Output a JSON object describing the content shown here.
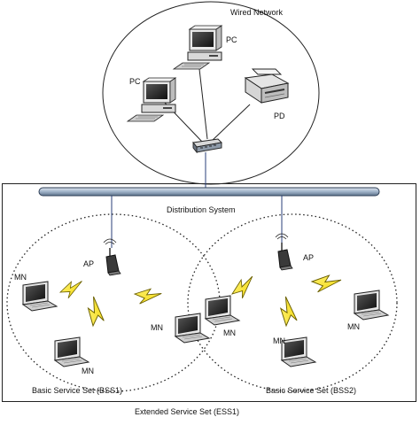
{
  "diagram": {
    "labels": {
      "wired_network": "Wired Network",
      "distribution_system": "Distribution System",
      "bss1": "Basic Service Set (BSS1)",
      "bss2": "Basic Service Set (BSS2)",
      "ess": "Extended Service Set (ESS1)"
    },
    "nodes": {
      "pc_top": "PC",
      "pc_left": "PC",
      "printer": "PD",
      "ap1": "AP",
      "ap2": "AP",
      "mn1": "MN",
      "mn2": "MN",
      "mn3": "MN",
      "mn4": "MN",
      "mn5": "MN",
      "mn6": "MN"
    }
  }
}
